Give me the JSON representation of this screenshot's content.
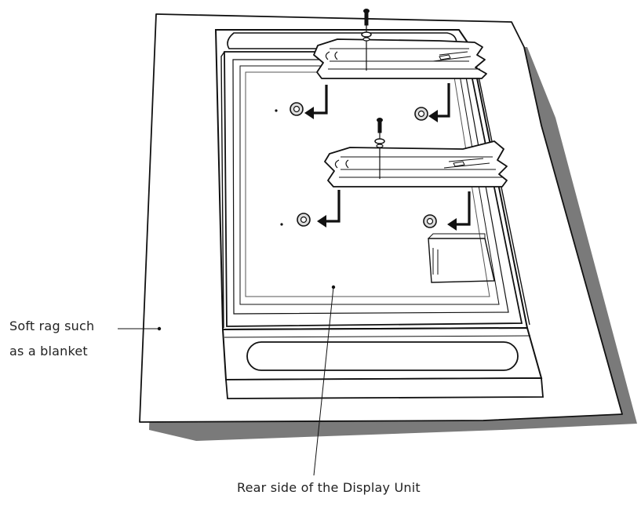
{
  "labels": {
    "soft_rag_line1": "Soft rag such",
    "soft_rag_line2": "as a blanket",
    "rear_side": "Rear side of the Display Unit"
  },
  "colors": {
    "ink": "#111111",
    "shadow": "#777777",
    "paper": "#ffffff",
    "text": "#222222"
  },
  "icons": [
    "screw-icon",
    "washer-icon",
    "arrow-left-icon",
    "bolt-boss-icon"
  ]
}
